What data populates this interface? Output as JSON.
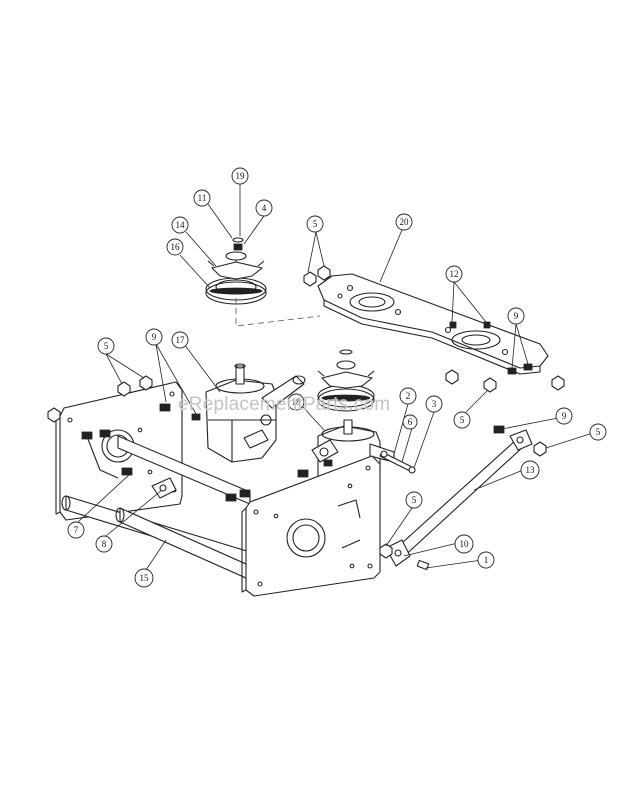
{
  "watermark": "eReplacementParts.com",
  "callouts": [
    {
      "id": "callout-19",
      "label": "19"
    },
    {
      "id": "callout-11",
      "label": "11"
    },
    {
      "id": "callout-4-top",
      "label": "4"
    },
    {
      "id": "callout-14",
      "label": "14"
    },
    {
      "id": "callout-16",
      "label": "16"
    },
    {
      "id": "callout-5-top",
      "label": "5"
    },
    {
      "id": "callout-20",
      "label": "20"
    },
    {
      "id": "callout-12",
      "label": "12"
    },
    {
      "id": "callout-9-right",
      "label": "9"
    },
    {
      "id": "callout-5-left",
      "label": "5"
    },
    {
      "id": "callout-9-left",
      "label": "9"
    },
    {
      "id": "callout-17",
      "label": "17"
    },
    {
      "id": "callout-18",
      "label": "18"
    },
    {
      "id": "callout-2",
      "label": "2"
    },
    {
      "id": "callout-6",
      "label": "6"
    },
    {
      "id": "callout-3",
      "label": "3"
    },
    {
      "id": "callout-5-mid",
      "label": "5"
    },
    {
      "id": "callout-9-lower",
      "label": "9"
    },
    {
      "id": "callout-5-far",
      "label": "5"
    },
    {
      "id": "callout-13",
      "label": "13"
    },
    {
      "id": "callout-7",
      "label": "7"
    },
    {
      "id": "callout-8",
      "label": "8"
    },
    {
      "id": "callout-15",
      "label": "15"
    },
    {
      "id": "callout-5-bottom",
      "label": "5"
    },
    {
      "id": "callout-10",
      "label": "10"
    },
    {
      "id": "callout-1",
      "label": "1"
    }
  ]
}
